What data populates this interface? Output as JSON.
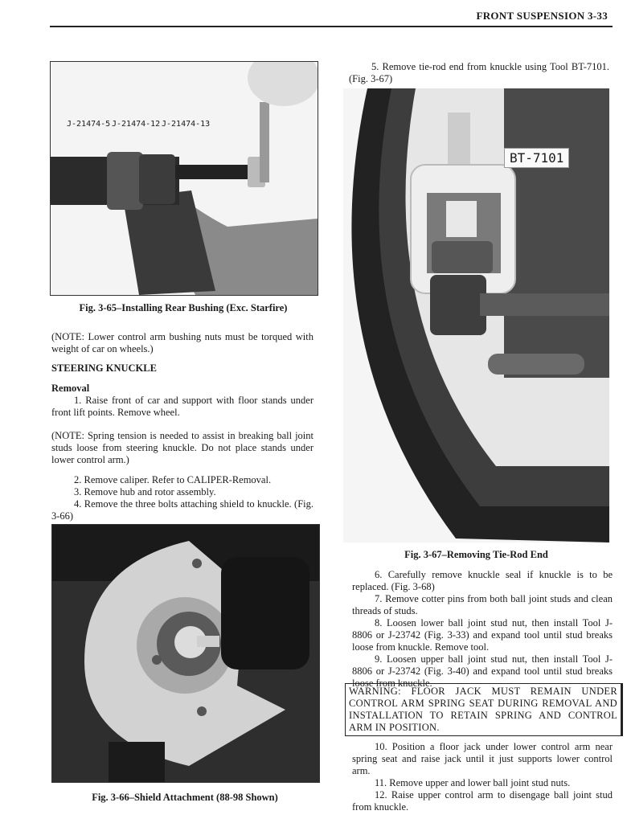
{
  "header": {
    "title": "FRONT SUSPENSION 3-33"
  },
  "fig_3_65": {
    "tool_labels": [
      "J-21474-5",
      "J-21474-12",
      "J-21474-13"
    ],
    "caption": "Fig. 3-65–Installing Rear Bushing (Exc. Starfire)"
  },
  "fig_3_67": {
    "tool_label": "BT-7101",
    "caption": "Fig. 3-67–Removing Tie-Rod End"
  },
  "fig_3_66": {
    "caption": "Fig. 3-66–Shield Attachment (88-98 Shown)"
  },
  "left_col": {
    "note1": "(NOTE: Lower control arm bushing nuts must be torqued with weight of car on wheels.)",
    "heading": "STEERING KNUCKLE",
    "subheading": "Removal",
    "step1": "1. Raise front of car and support with floor stands under front lift points. Remove wheel.",
    "note2": "(NOTE: Spring tension is needed to assist in breaking ball joint studs loose from steering knuckle. Do not place stands under lower control arm.)",
    "step2": "2. Remove caliper. Refer to CALIPER-Removal.",
    "step3": "3. Remove hub and rotor assembly.",
    "step4": "4. Remove the three bolts attaching shield to knuckle. (Fig. 3-66)"
  },
  "right_col": {
    "step5": "5. Remove tie-rod end from knuckle using Tool BT-7101. (Fig. 3-67)",
    "step6": "6. Carefully remove knuckle seal if knuckle is to be replaced. (Fig. 3-68)",
    "step7": "7. Remove cotter pins from both ball joint studs and clean threads of studs.",
    "step8": "8. Loosen lower ball joint stud nut, then install Tool J-8806 or J-23742 (Fig. 3-33) and expand tool until stud breaks loose from knuckle. Remove tool.",
    "step9": "9. Loosen upper ball joint stud nut, then install Tool J-8806 or J-23742 (Fig. 3-40) and expand tool until stud breaks loose from knuckle.",
    "warning": "WARNING: FLOOR JACK MUST REMAIN UNDER CONTROL ARM SPRING SEAT DURING REMOVAL AND INSTALLATION TO RETAIN SPRING AND CONTROL ARM IN POSITION.",
    "step10": "10. Position a floor jack under lower control arm near spring seat and raise jack until it just supports lower control arm.",
    "step11": "11. Remove upper and lower ball joint stud nuts.",
    "step12": "12. Raise upper control arm to disengage ball joint stud from knuckle."
  }
}
